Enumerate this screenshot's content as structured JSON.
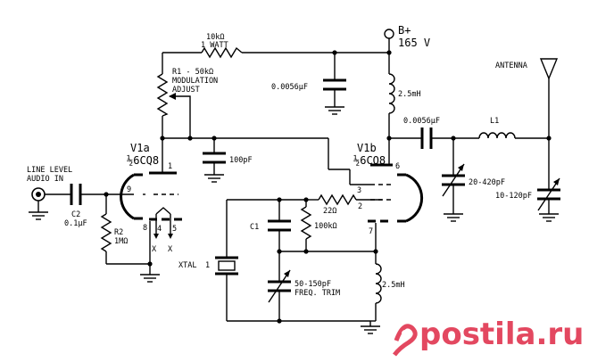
{
  "labels": {
    "r_top": "10kΩ",
    "r_top_watt": "1 WATT",
    "r1_a": "R1 - 50kΩ",
    "r1_b": "MODULATION",
    "r1_c": "ADJUST",
    "c_top": "0.0056µF",
    "bplus": "B+",
    "bplus_v": "165 V",
    "l_top": "2.5mH",
    "antenna": "ANTENNA",
    "c_out": "0.0056µF",
    "l1": "L1",
    "c_var1": "20-420pF",
    "c_var2": "10-120pF",
    "v1a": "V1a",
    "v1a_type": "½6CQ8",
    "v1b": "V1b",
    "v1b_type": "½6CQ8",
    "c100": "100pF",
    "line_a": "LINE LEVEL",
    "line_b": "AUDIO IN",
    "c2_a": "C2",
    "c2_b": "0.1µF",
    "r2_a": "R2",
    "r2_b": "1MΩ",
    "pin1": "1",
    "pin9": "9",
    "pin8": "8",
    "pin4": "4",
    "pin5": "5",
    "x1": "X",
    "x2": "X",
    "pin6": "6",
    "pin3": "3",
    "pin2": "2",
    "pin7": "7",
    "r22": "22Ω",
    "c1": "C1",
    "r100k": "100kΩ",
    "xtal": "XTAL",
    "xtal_pin": "1",
    "trim_a": "50-150pF",
    "trim_b": "FREQ. TRIM",
    "l_bot": "2.5mH"
  },
  "watermark": {
    "text": "postila.ru",
    "color": "#e34860"
  }
}
